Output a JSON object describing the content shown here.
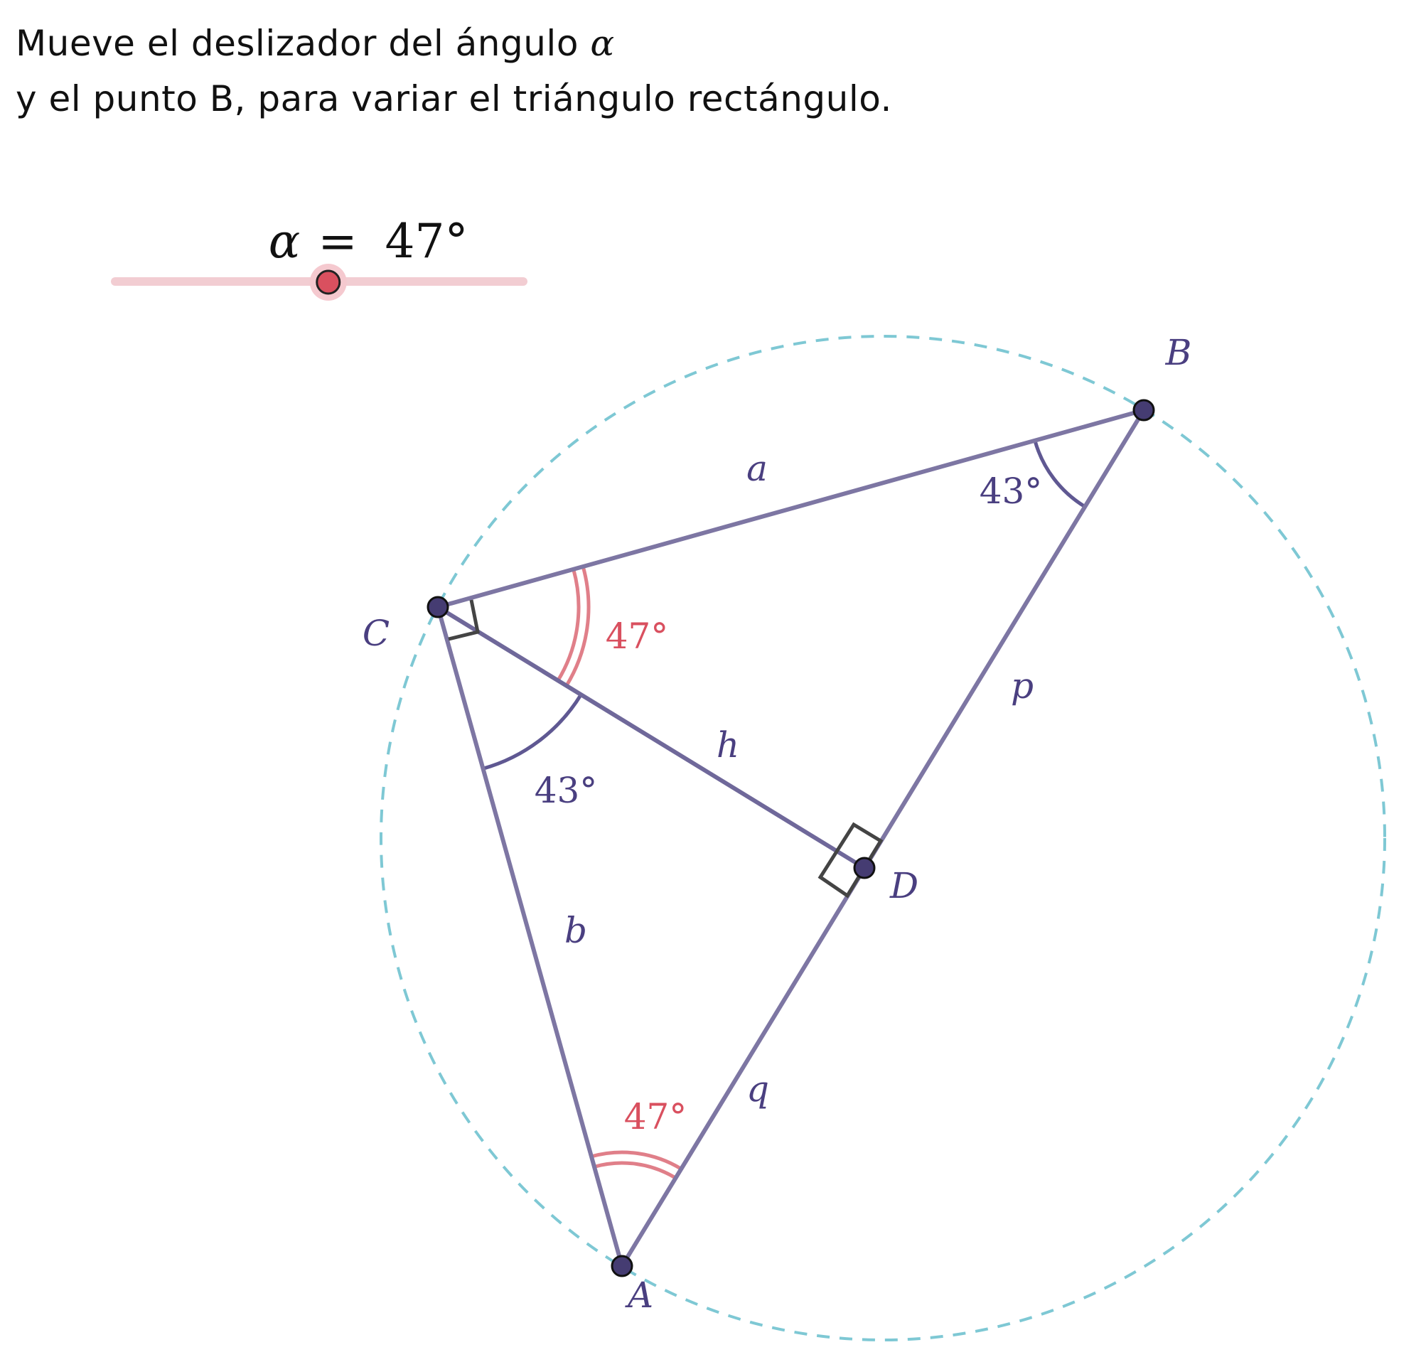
{
  "instructions": {
    "line1": "Mueve el deslizador del ángulo",
    "line1_symbol": "α",
    "line2": "y el punto B, para variar el triángulo rectángulo."
  },
  "slider": {
    "symbol": "α",
    "equals": "=",
    "value_text": "47°",
    "value": 47,
    "min": 0,
    "max": 90,
    "track_color": "#f2cdd2",
    "knob_color": "#d9505f"
  },
  "points": {
    "A": "A",
    "B": "B",
    "C": "C",
    "D": "D"
  },
  "segments": {
    "a": "a",
    "b": "b",
    "h": "h",
    "p": "p",
    "q": "q"
  },
  "angles": {
    "at_B": "43°",
    "at_C_upper": "47°",
    "at_C_lower": "43°",
    "at_A": "47°"
  },
  "colors": {
    "line": "#7d76a3",
    "point": "#453c72",
    "label": "#4a3f80",
    "alpha_arc": "#e07f89",
    "alpha_label": "#d9505f",
    "beta_arc": "#5f5892",
    "circle": "#7ec8d4"
  }
}
